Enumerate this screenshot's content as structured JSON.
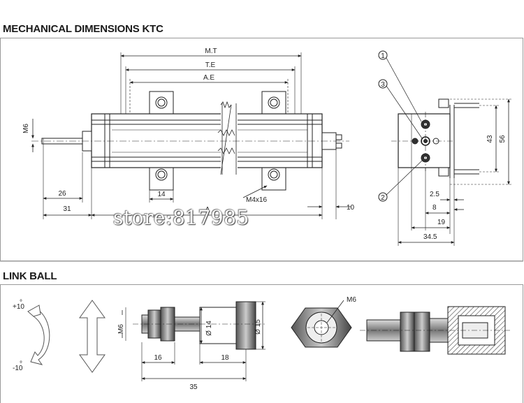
{
  "headings": {
    "mechanical": "MECHANICAL DIMENSIONS KTC",
    "linkball": "LINK BALL"
  },
  "watermark": "store:817985",
  "ktc": {
    "labels": {
      "mt": "M.T",
      "te": "T.E",
      "ae": "A.E",
      "m6": "M6",
      "d26": "26",
      "d31": "31",
      "d14": "14",
      "m4x16": "M4x16",
      "a": "A",
      "d10": "10"
    },
    "side": {
      "c1": "1",
      "c2": "2",
      "c3": "3",
      "d43": "43",
      "d56": "56",
      "d25": "2.5",
      "d8": "8",
      "d19": "19",
      "d345": "34.5"
    }
  },
  "link": {
    "plus10": "+10",
    "minus10": "-10",
    "m6": "M6",
    "d14": "Ø 14",
    "d15": "Ø 15",
    "d16": "16",
    "d18": "18",
    "d35": "35",
    "m6b": "M6"
  }
}
